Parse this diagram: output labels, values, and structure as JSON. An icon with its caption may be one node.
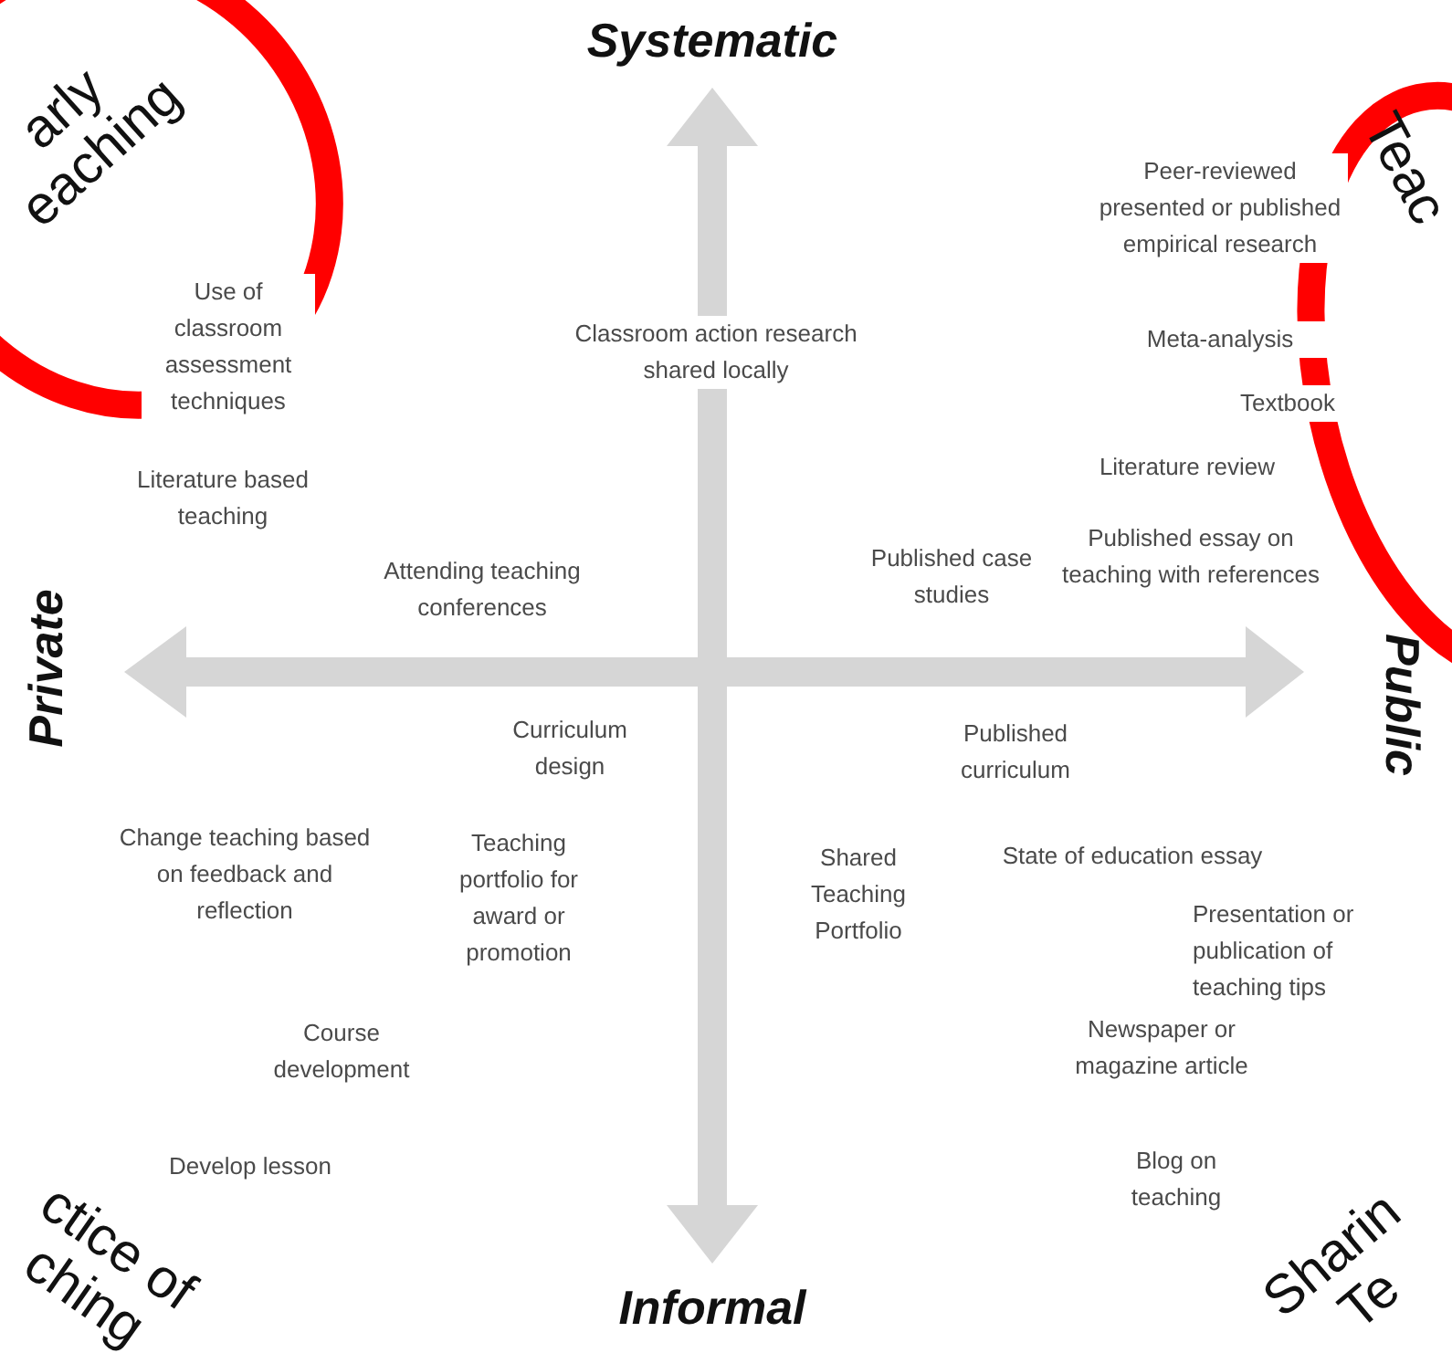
{
  "diagram": {
    "labels": [
      "Systematic",
      "arly eaching",
      "Peer-reviewed presented or published empirical research",
      "Teac",
      "Use of classroom assessment techniques",
      "Classroom action research shared locally",
      "Meta-analysis",
      "Textbook",
      "Literature based teaching",
      "Literature review",
      "Published case studies",
      "Published essay on teaching with references",
      "Attending teaching conferences",
      "Private",
      "Public",
      "Curriculum design",
      "Published curriculum",
      "Change teaching based on feedback and reflection",
      "Teaching portfolio for award or promotion",
      "Shared Teaching Portfolio",
      "State of education essay",
      "Presentation or publication of teaching tips",
      "Course development",
      "Newspaper or magazine article",
      "Develop lesson",
      "Blog on teaching",
      "ctice of ching",
      "Informal",
      "Sharin Te"
    ]
  }
}
